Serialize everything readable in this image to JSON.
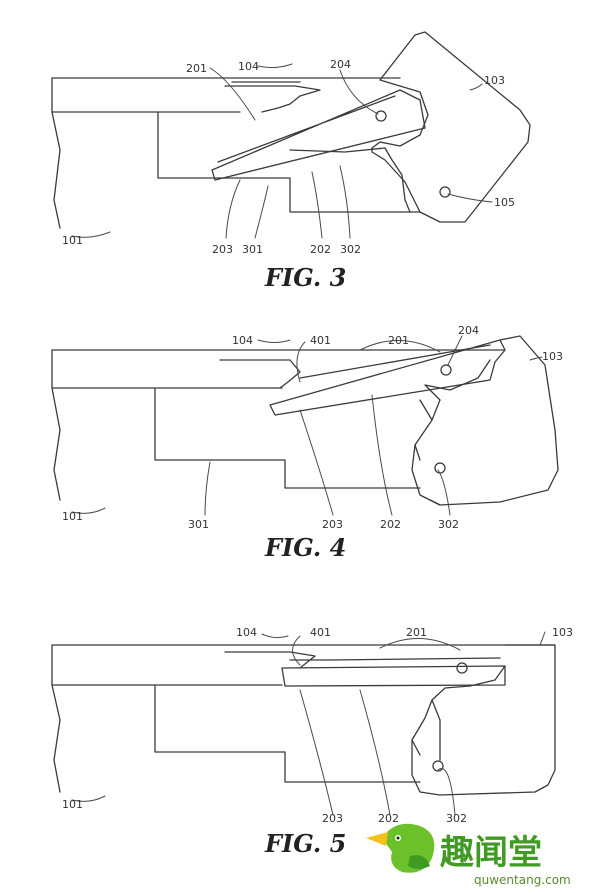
{
  "figures": [
    {
      "caption": "FIG. 3",
      "labels": {
        "l104": "104",
        "l201": "201",
        "l204": "204",
        "l103": "103",
        "l105": "105",
        "l101": "101",
        "l203": "203",
        "l301": "301",
        "l202": "202",
        "l302": "302"
      }
    },
    {
      "caption": "FIG. 4",
      "labels": {
        "l104": "104",
        "l401": "401",
        "l201": "201",
        "l204": "204",
        "l103": "103",
        "l101": "101",
        "l301": "301",
        "l203": "203",
        "l202": "202",
        "l302": "302"
      }
    },
    {
      "caption": "FIG. 5",
      "labels": {
        "l104": "104",
        "l401": "401",
        "l201": "201",
        "l103": "103",
        "l101": "101",
        "l203": "203",
        "l202": "202",
        "l302": "302"
      }
    }
  ],
  "watermark": {
    "site": "quwentang.com",
    "chinese": "趣闻堂",
    "brand_color": "#3f9b21"
  }
}
